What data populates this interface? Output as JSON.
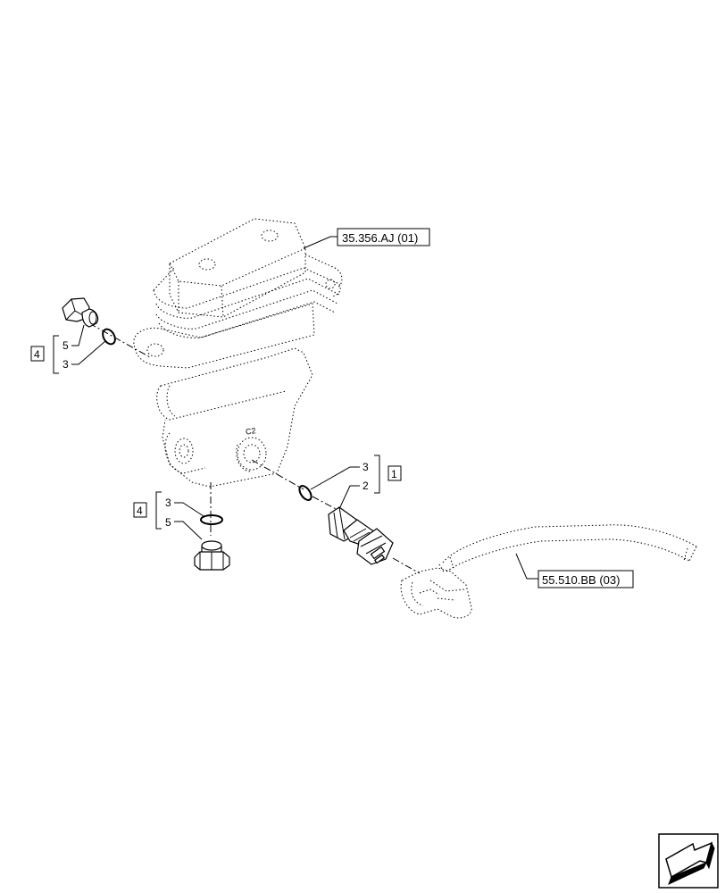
{
  "diagram": {
    "references": {
      "valve_ref": "35.356.AJ (01)",
      "harness_ref": "55.510.BB (03)"
    },
    "port_label": "C2",
    "groups": [
      {
        "box": "4",
        "items": [
          "5",
          "3"
        ]
      },
      {
        "box": "4",
        "items": [
          "3",
          "5"
        ]
      },
      {
        "box": "1",
        "items": [
          "3",
          "2"
        ]
      }
    ],
    "nav_icon": "next-page-arrow-icon"
  }
}
